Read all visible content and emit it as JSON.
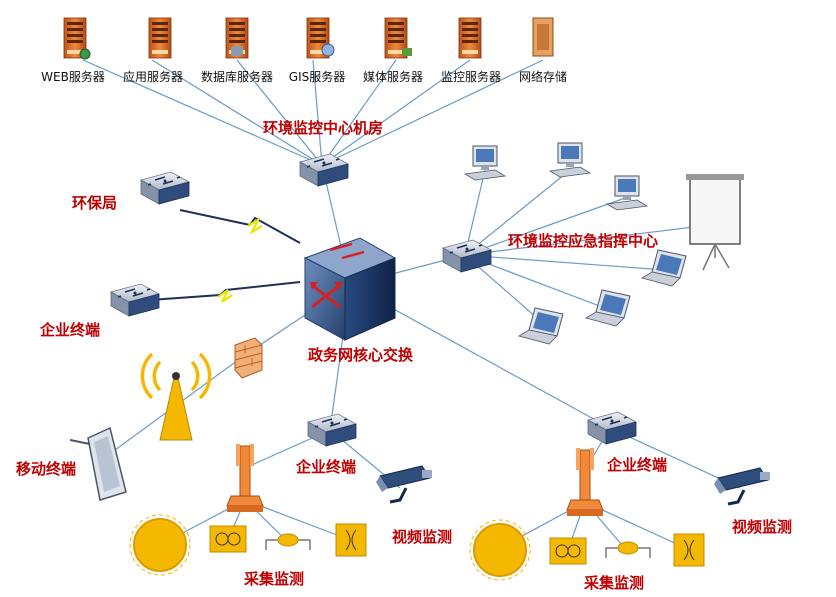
{
  "servers": [
    {
      "label": "WEB服务器",
      "icon": "web-server-icon"
    },
    {
      "label": "应用服务器",
      "icon": "app-server-icon"
    },
    {
      "label": "数据库服务器",
      "icon": "database-server-icon"
    },
    {
      "label": "GIS服务器",
      "icon": "gis-server-icon"
    },
    {
      "label": "媒体服务器",
      "icon": "media-server-icon"
    },
    {
      "label": "监控服务器",
      "icon": "monitor-server-icon"
    },
    {
      "label": "网络存储",
      "icon": "network-storage-icon"
    }
  ],
  "nodes": {
    "data_center": "环境监控中心机房",
    "epb": "环保局",
    "enterprise_terminal_left": "企业终端",
    "core_switch": "政务网核心交换",
    "command_center": "环境监控应急指挥中心",
    "mobile_terminal": "移动终端",
    "enterprise_terminal_mid": "企业终端",
    "enterprise_terminal_right": "企业终端",
    "video_left": "视频监测",
    "video_right": "视频监测",
    "collect_left": "采集监测",
    "collect_right": "采集监测"
  },
  "colors": {
    "label_red": "#c00000",
    "server_orange": "#e67e22",
    "switch_blue": "#3a5a8c",
    "sensor_yellow": "#f5b800",
    "link_yellow": "#e8e800"
  }
}
